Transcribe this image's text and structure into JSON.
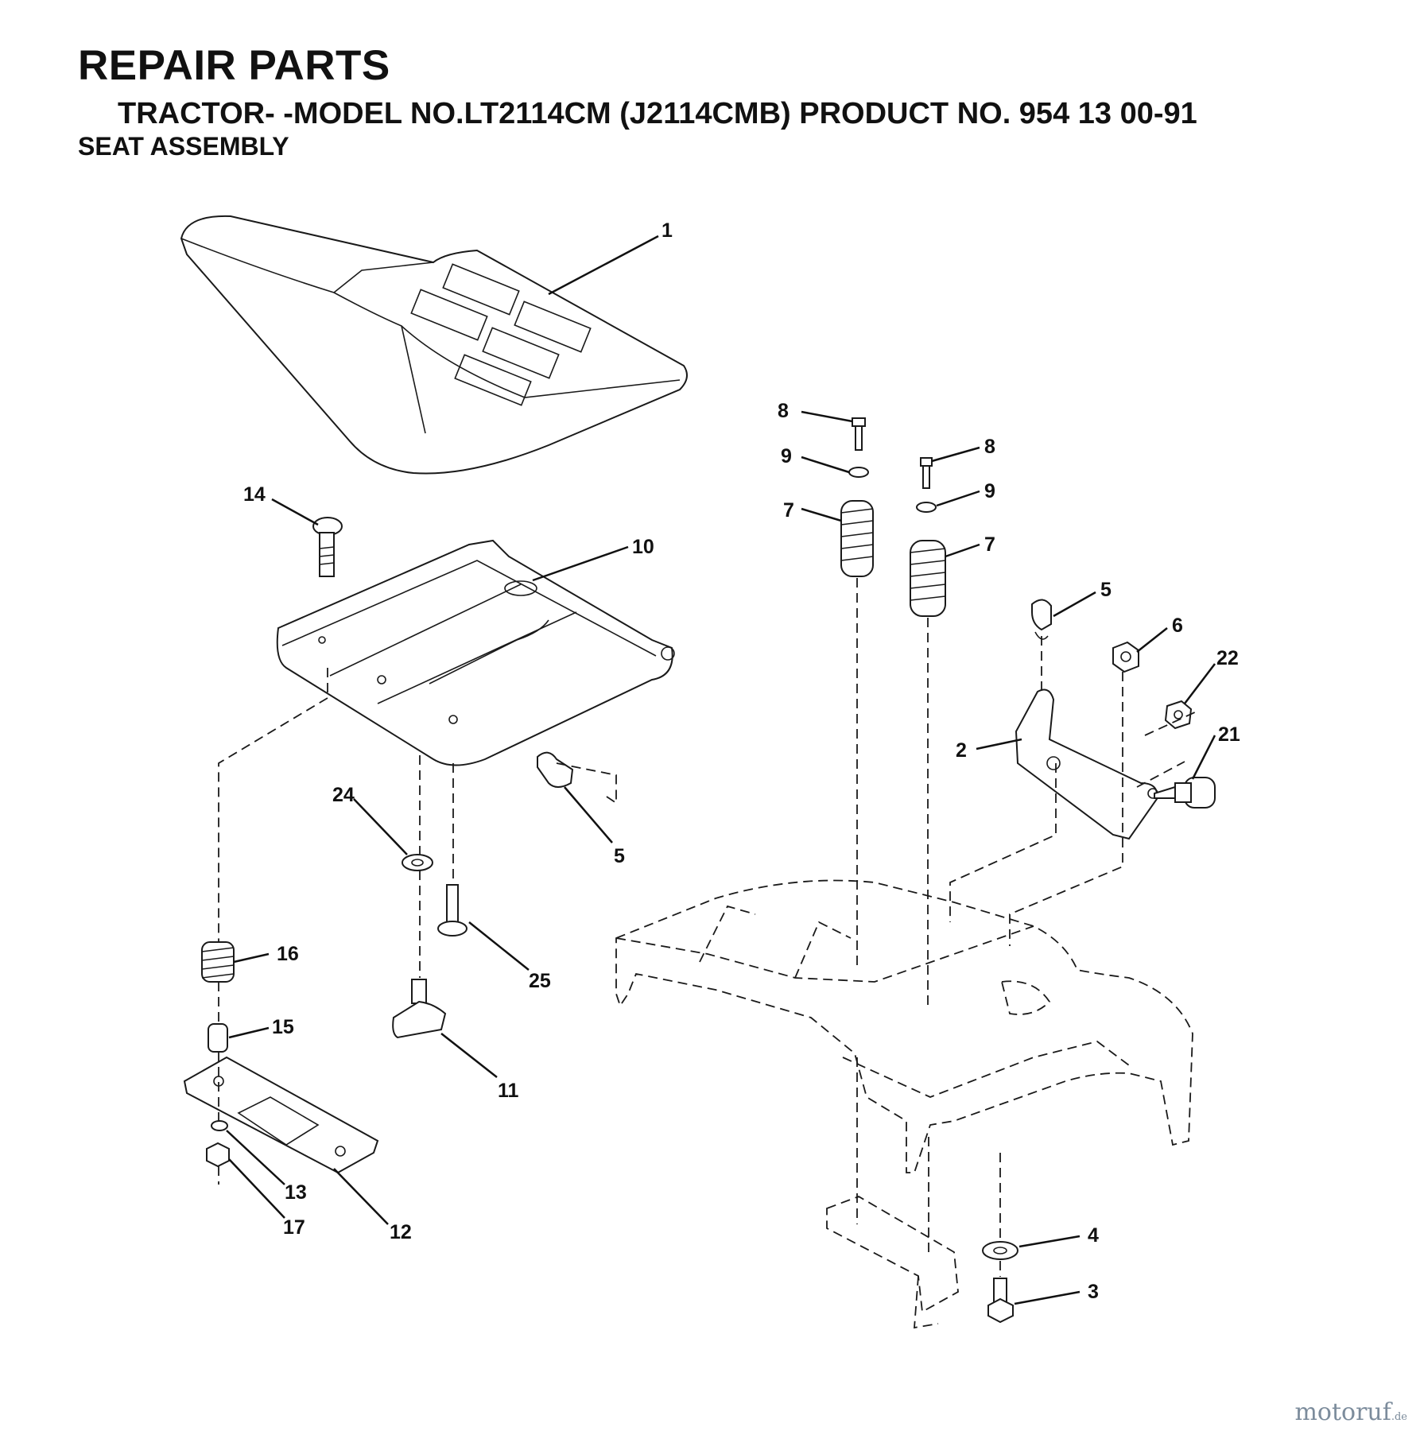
{
  "header": {
    "title": "REPAIR PARTS",
    "model_line": "TRACTOR- -MODEL NO.LT2114CM (J2114CMB) PRODUCT NO. 954 13 00-91",
    "section": "SEAT ASSEMBLY"
  },
  "callouts": [
    {
      "id": "c1",
      "number": "1"
    },
    {
      "id": "c8a",
      "number": "8"
    },
    {
      "id": "c9a",
      "number": "9"
    },
    {
      "id": "c8b",
      "number": "8"
    },
    {
      "id": "c9b",
      "number": "9"
    },
    {
      "id": "c7a",
      "number": "7"
    },
    {
      "id": "c7b",
      "number": "7"
    },
    {
      "id": "c14",
      "number": "14"
    },
    {
      "id": "c10",
      "number": "10"
    },
    {
      "id": "c5a",
      "number": "5"
    },
    {
      "id": "c6",
      "number": "6"
    },
    {
      "id": "c22",
      "number": "22"
    },
    {
      "id": "c21",
      "number": "21"
    },
    {
      "id": "c2",
      "number": "2"
    },
    {
      "id": "c24",
      "number": "24"
    },
    {
      "id": "c5b",
      "number": "5"
    },
    {
      "id": "c16",
      "number": "16"
    },
    {
      "id": "c25",
      "number": "25"
    },
    {
      "id": "c15",
      "number": "15"
    },
    {
      "id": "c11",
      "number": "11"
    },
    {
      "id": "c13",
      "number": "13"
    },
    {
      "id": "c17",
      "number": "17"
    },
    {
      "id": "c12",
      "number": "12"
    },
    {
      "id": "c4",
      "number": "4"
    },
    {
      "id": "c3",
      "number": "3"
    }
  ],
  "watermark": {
    "brand": "motoruf",
    "suffix": ".de"
  }
}
